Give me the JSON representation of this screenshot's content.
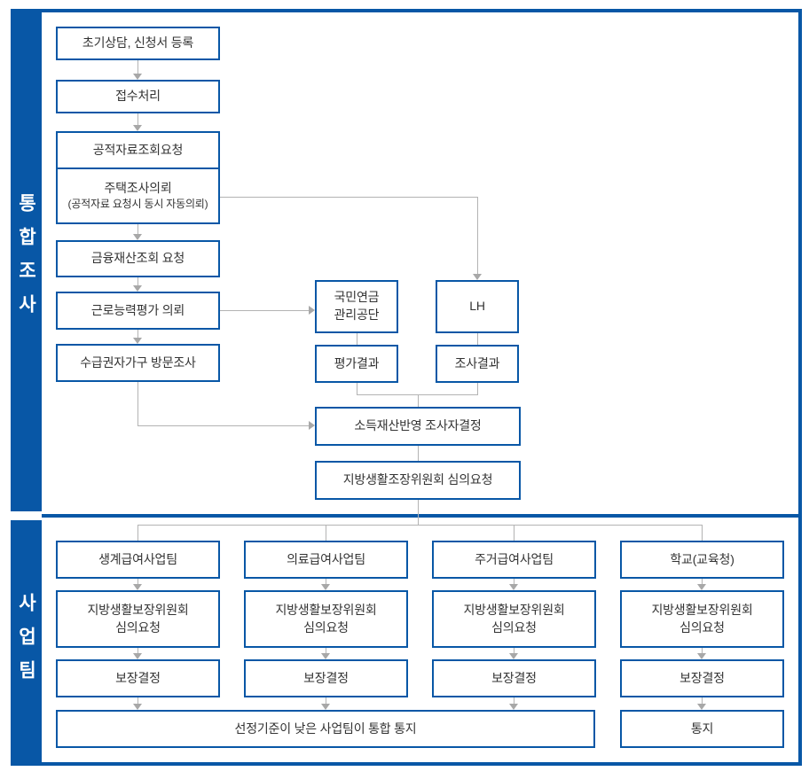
{
  "colors": {
    "brand_blue": "#0857A6",
    "connector_gray": "#b3b3b3",
    "text": "#333333"
  },
  "sections": {
    "integrated_label": "통합조사",
    "business_label": "사업팀"
  },
  "integrated": {
    "steps": {
      "initial_consult": "초기상담, 신청서 등록",
      "receipt": "접수처리",
      "public_data_request": "공적자료조회요청",
      "housing_request_line1": "주택조사의뢰",
      "housing_request_line2": "(공적자료 요청시 동시 자동의뢰)",
      "financial_inquiry": "금융재산조회 요청",
      "work_ability_request": "근로능력평가 의뢰",
      "household_visit": "수급권자가구 방문조사"
    },
    "pension_line1": "국민연금",
    "pension_line2": "관리공단",
    "lh": "LH",
    "evaluation_result": "평가결과",
    "survey_result": "조사결과",
    "income_decision": "소득재산반영 조사자결정",
    "committee_request": "지방생활조장위원회 심의요청"
  },
  "business": {
    "teams": [
      "생계급여사업팀",
      "의료급여사업팀",
      "주거급여사업팀",
      "학교(교육청)"
    ],
    "committee_line1": "지방생활보장위원회",
    "committee_line2": "심의요청",
    "decision": "보장결정",
    "joint_notice": "선정기준이 낮은 사업팀이 통합 통지",
    "notice": "통지"
  }
}
